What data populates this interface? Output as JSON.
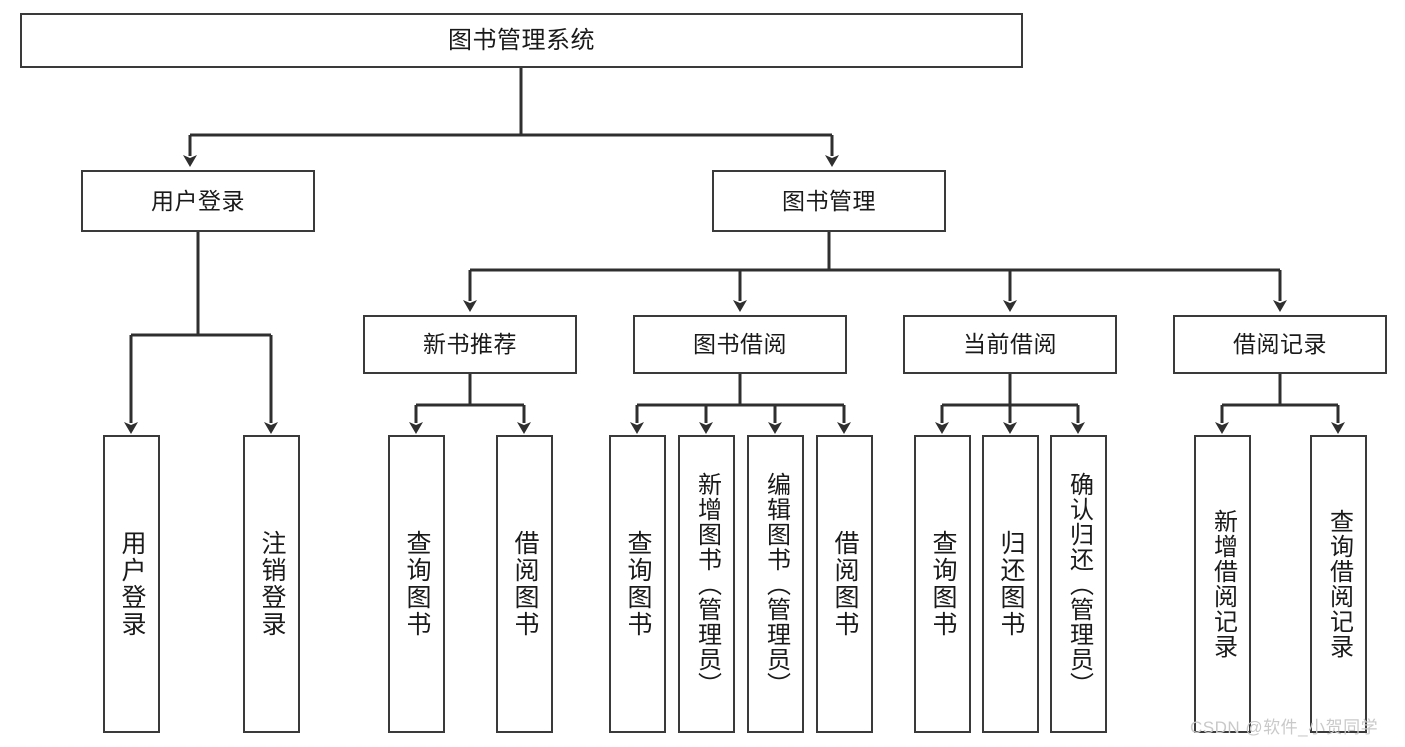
{
  "diagram": {
    "title": "图书管理系统",
    "type": "tree-hierarchy",
    "watermark": "CSDN @软件_小贺同学",
    "nodes": {
      "root": {
        "label": "图书管理系统"
      },
      "level2": [
        {
          "id": "user-login",
          "label": "用户登录"
        },
        {
          "id": "book-manage",
          "label": "图书管理"
        }
      ],
      "level3": [
        {
          "id": "new-book-recommend",
          "label": "新书推荐"
        },
        {
          "id": "book-borrow",
          "label": "图书借阅"
        },
        {
          "id": "current-borrow",
          "label": "当前借阅"
        },
        {
          "id": "borrow-record",
          "label": "借阅记录"
        }
      ],
      "leaves": {
        "user_login": [
          {
            "id": "leaf-user-login",
            "label": "用户登录"
          },
          {
            "id": "leaf-logout-login",
            "label": "注销登录"
          }
        ],
        "new_book_recommend": [
          {
            "id": "leaf-query-book-1",
            "label": "查询图书"
          },
          {
            "id": "leaf-borrow-book-1",
            "label": "借阅图书"
          }
        ],
        "book_borrow": [
          {
            "id": "leaf-query-book-2",
            "label": "查询图书"
          },
          {
            "id": "leaf-add-book",
            "label": "新增图书（管理员）"
          },
          {
            "id": "leaf-edit-book",
            "label": "编辑图书（管理员）"
          },
          {
            "id": "leaf-borrow-book-2",
            "label": "借阅图书"
          }
        ],
        "current_borrow": [
          {
            "id": "leaf-query-book-3",
            "label": "查询图书"
          },
          {
            "id": "leaf-return-book",
            "label": "归还图书"
          },
          {
            "id": "leaf-confirm-return",
            "label": "确认归还（管理员）"
          }
        ],
        "borrow_record": [
          {
            "id": "leaf-add-record",
            "label": "新增借阅记录"
          },
          {
            "id": "leaf-query-record",
            "label": "查询借阅记录"
          }
        ]
      }
    },
    "colors": {
      "box_border": "#3a3a3a",
      "box_fill": "#ffffff",
      "edge": "#2f2f2f",
      "text": "#1a1a1a",
      "watermark": "#c9c9c9",
      "background": "#ffffff"
    }
  }
}
